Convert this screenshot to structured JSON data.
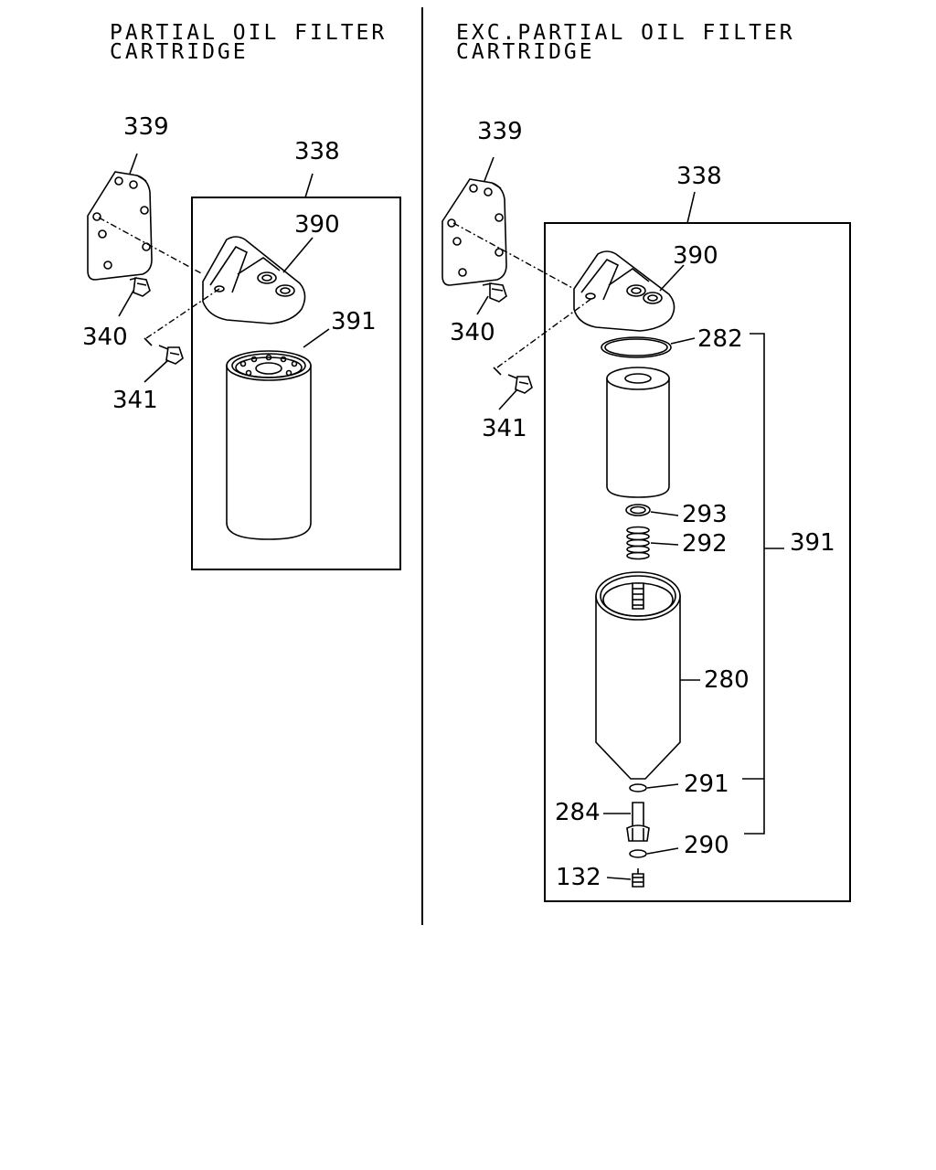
{
  "left_panel": {
    "title_line1": "PARTIAL OIL FILTER",
    "title_line2": "CARTRIDGE",
    "labels": {
      "p339": "339",
      "p338": "338",
      "p390": "390",
      "p391": "391",
      "p340": "340",
      "p341": "341"
    }
  },
  "right_panel": {
    "title_line1": "EXC.PARTIAL OIL FILTER",
    "title_line2": "CARTRIDGE",
    "labels": {
      "p339": "339",
      "p338": "338",
      "p390": "390",
      "p340": "340",
      "p341": "341",
      "p282": "282",
      "p293": "293",
      "p292": "292",
      "p391": "391",
      "p280": "280",
      "p291": "291",
      "p284": "284",
      "p290": "290",
      "p132": "132"
    }
  }
}
